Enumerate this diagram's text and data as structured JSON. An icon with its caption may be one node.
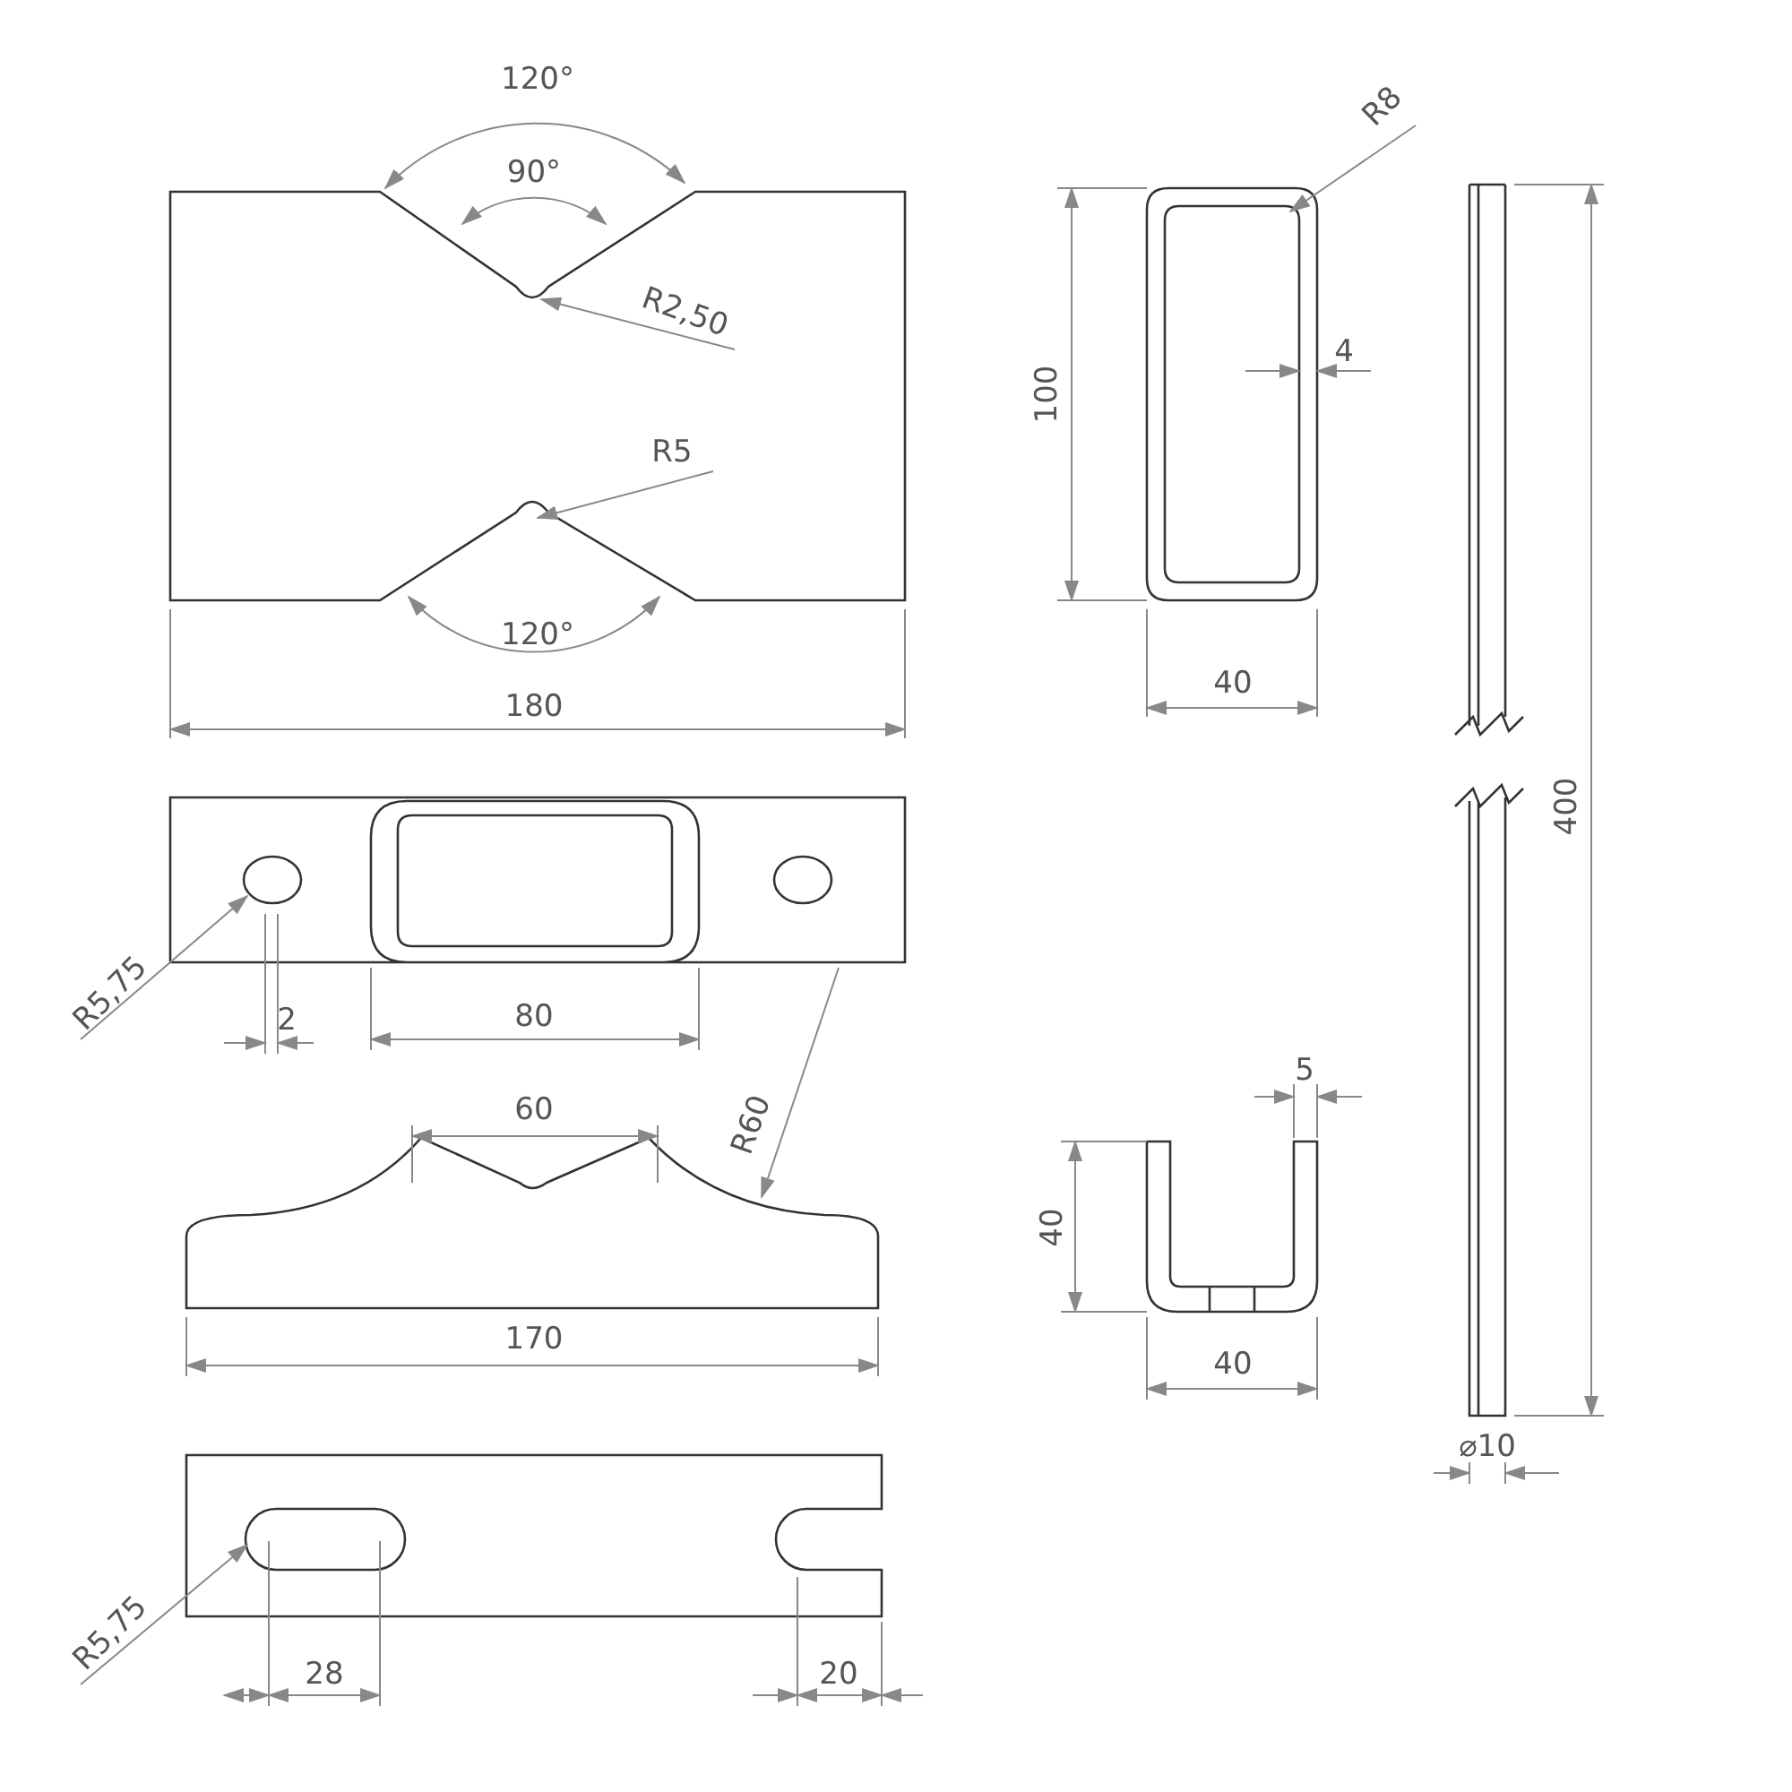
{
  "diagram": {
    "labels": [
      "120°",
      "R8",
      "90°",
      "R2,50",
      "4",
      "100",
      "R5",
      "120°",
      "40",
      "180",
      "400",
      "R5,75",
      "2",
      "80",
      "5",
      "60",
      "R60",
      "40",
      "170",
      "40",
      "⌀10",
      "R5,75",
      "28",
      "20"
    ]
  }
}
